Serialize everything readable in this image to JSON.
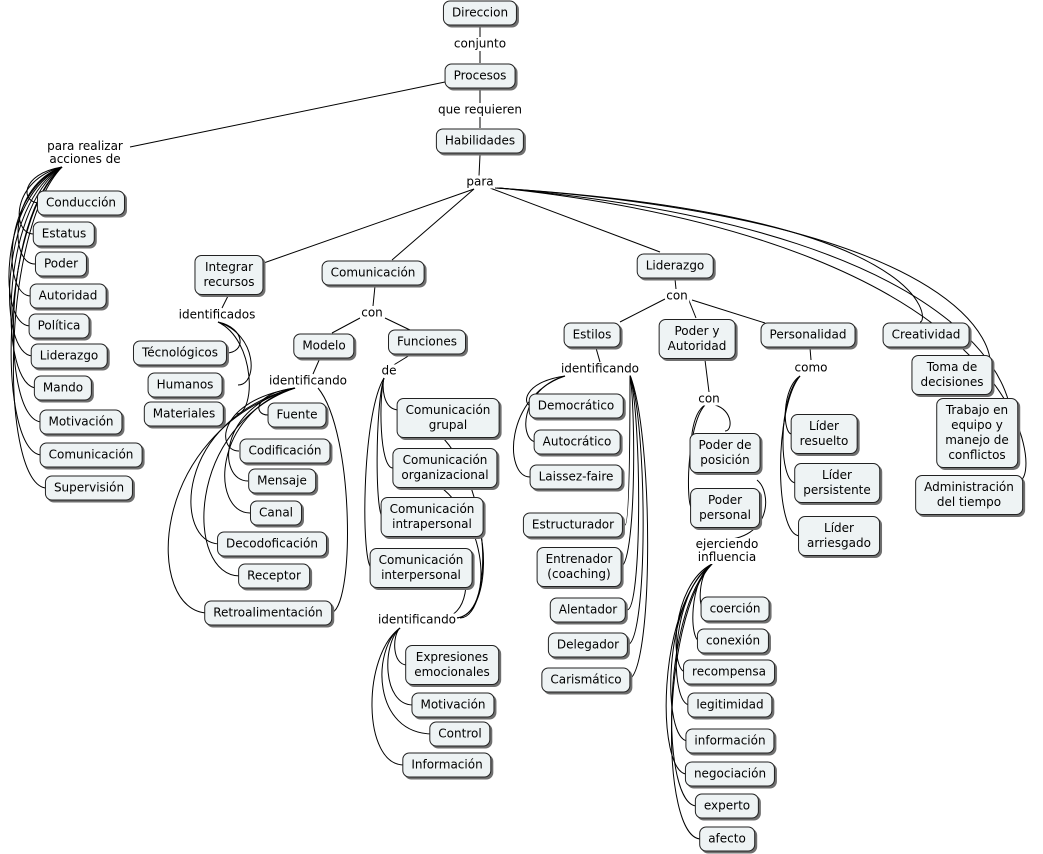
{
  "nodes": {
    "direccion": "Direccion",
    "procesos": "Procesos",
    "habilidades": "Habilidades",
    "conduccion": "Conducción",
    "estatus": "Estatus",
    "poder": "Poder",
    "autoridad": "Autoridad",
    "politica": "Política",
    "liderazgo_left": "Liderazgo",
    "mando": "Mando",
    "motivacion_left": "Motivación",
    "comunicacion_left": "Comunicación",
    "supervision": "Supervisión",
    "integrar_recursos": "Integrar\nrecursos",
    "tecnologicos": "Técnológicos",
    "humanos": "Humanos",
    "materiales": "Materiales",
    "comunicacion": "Comunicación",
    "modelo": "Modelo",
    "funciones": "Funciones",
    "fuente": "Fuente",
    "codificacion": "Codificación",
    "mensaje": "Mensaje",
    "canal": "Canal",
    "decodoficacion": "Decodoficación",
    "receptor": "Receptor",
    "retroalimentacion": "Retroalimentación",
    "com_grupal": "Comunicación\ngrupal",
    "com_organizacional": "Comunicación\norganizacional",
    "com_intrapersonal": "Comunicación\nintrapersonal",
    "com_interpersonal": "Comunicación\ninterpersonal",
    "expresiones": "Expresiones\nemocionales",
    "motivacion": "Motivación",
    "control": "Control",
    "informacion_com": "Información",
    "liderazgo": "Liderazgo",
    "estilos": "Estilos",
    "poder_autoridad": "Poder y\nAutoridad",
    "personalidad": "Personalidad",
    "creatividad": "Creatividad",
    "toma_decisiones": "Toma de\ndecisiones",
    "trabajo_equipo": "Trabajo en\nequipo y\nmanejo de\nconflictos",
    "admin_tiempo": "Administración\ndel tiempo",
    "democratico": "Democrático",
    "autocratico": "Autocrático",
    "laissez_faire": "Laissez-faire",
    "estructurador": "Estructurador",
    "entrenador": "Entrenador\n(coaching)",
    "alentador": "Alentador",
    "delegador": "Delegador",
    "carismatico": "Carismático",
    "poder_posicion": "Poder de\nposición",
    "poder_personal": "Poder\npersonal",
    "coercion": "coerción",
    "conexion": "conexión",
    "recompensa": "recompensa",
    "legitimidad": "legitimidad",
    "informacion_pod": "información",
    "negociacion": "negociación",
    "experto": "experto",
    "afecto": "afecto",
    "lider_resuelto": "Líder\nresuelto",
    "lider_persistente": "Líder\npersistente",
    "lider_arriesgado": "Líder\narriesgado"
  },
  "links": {
    "conjunto": "conjunto",
    "que_requieren": "que requieren",
    "para_realizar": "para realizar\nacciones de",
    "para": "para",
    "identificados": "identificados",
    "con_com": "con",
    "identificando_modelo": "identificando",
    "de": "de",
    "identificando_func": "identificando",
    "con_lid": "con",
    "identificando_est": "identificando",
    "con_pod": "con",
    "ejerciendo": "ejerciendo\ninfluencia",
    "como": "como"
  }
}
